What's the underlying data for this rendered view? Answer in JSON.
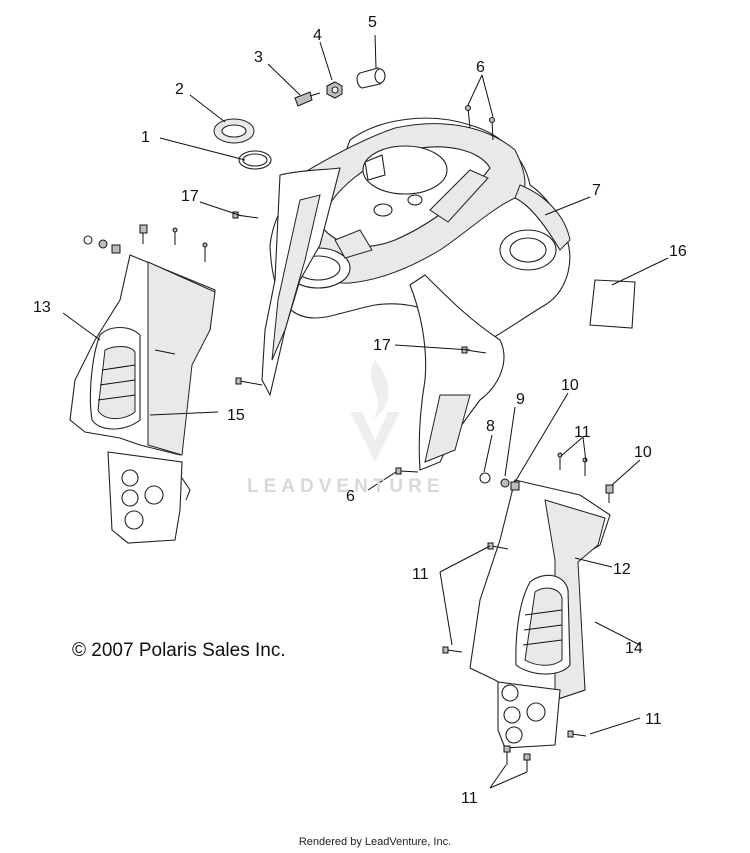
{
  "callouts": [
    {
      "id": "c1",
      "label": "1"
    },
    {
      "id": "c2",
      "label": "2"
    },
    {
      "id": "c3",
      "label": "3"
    },
    {
      "id": "c4",
      "label": "4"
    },
    {
      "id": "c5",
      "label": "5"
    },
    {
      "id": "c6a",
      "label": "6"
    },
    {
      "id": "c6b",
      "label": "6"
    },
    {
      "id": "c7",
      "label": "7"
    },
    {
      "id": "c8",
      "label": "8"
    },
    {
      "id": "c9",
      "label": "9"
    },
    {
      "id": "c10a",
      "label": "10"
    },
    {
      "id": "c10b",
      "label": "10"
    },
    {
      "id": "c11a",
      "label": "11"
    },
    {
      "id": "c11b",
      "label": "11"
    },
    {
      "id": "c11c",
      "label": "11"
    },
    {
      "id": "c11d",
      "label": "11"
    },
    {
      "id": "c12",
      "label": "12"
    },
    {
      "id": "c13",
      "label": "13"
    },
    {
      "id": "c14",
      "label": "14"
    },
    {
      "id": "c15",
      "label": "15"
    },
    {
      "id": "c16",
      "label": "16"
    },
    {
      "id": "c17a",
      "label": "17"
    },
    {
      "id": "c17b",
      "label": "17"
    }
  ],
  "copyright": "© 2007 Polaris Sales Inc.",
  "watermark": "LEADVENTURE",
  "footer": "Rendered by LeadVenture, Inc."
}
